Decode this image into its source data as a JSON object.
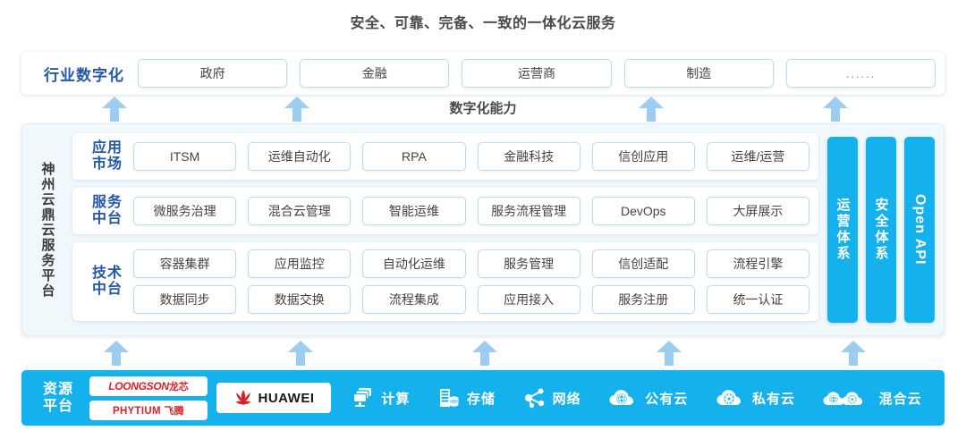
{
  "title": "安全、可靠、完备、一致的一体化云服务",
  "capability_label": "数字化能力",
  "industry": {
    "label": "行业数字化",
    "items": [
      "政府",
      "金融",
      "运营商",
      "制造",
      "......"
    ]
  },
  "platform": {
    "label": "神州云鼎云服务平台",
    "rows": [
      {
        "label_line1": "应用",
        "label_line2": "市场",
        "lines": [
          [
            "ITSM",
            "运维自动化",
            "RPA",
            "金融科技",
            "信创应用",
            "运维/运营"
          ]
        ]
      },
      {
        "label_line1": "服务",
        "label_line2": "中台",
        "lines": [
          [
            "微服务治理",
            "混合云管理",
            "智能运维",
            "服务流程管理",
            "DevOps",
            "大屏展示"
          ]
        ]
      },
      {
        "label_line1": "技术",
        "label_line2": "中台",
        "lines": [
          [
            "容器集群",
            "应用监控",
            "自动化运维",
            "服务管理",
            "信创适配",
            "流程引擎"
          ],
          [
            "数据同步",
            "数据交换",
            "流程集成",
            "应用接入",
            "服务注册",
            "统一认证"
          ]
        ]
      }
    ],
    "side_columns": [
      "运营体系",
      "安全体系",
      "Open API"
    ]
  },
  "resource": {
    "label_line1": "资源",
    "label_line2": "平台",
    "logos": [
      {
        "name": "loongson",
        "latin": "LOONGSON",
        "cn": "龙芯"
      },
      {
        "name": "phytium",
        "latin": "PHYTIUM",
        "cn": "飞腾"
      },
      {
        "name": "huawei",
        "latin": "HUAWEI",
        "cn": ""
      }
    ],
    "items": [
      {
        "icon": "compute-icon",
        "label": "计算"
      },
      {
        "icon": "storage-icon",
        "label": "存储"
      },
      {
        "icon": "network-icon",
        "label": "网络"
      },
      {
        "icon": "public-cloud-icon",
        "label": "公有云"
      },
      {
        "icon": "private-cloud-icon",
        "label": "私有云"
      },
      {
        "icon": "hybrid-cloud-icon",
        "label": "混合云"
      }
    ]
  },
  "colors": {
    "brand_blue": "#14b1ec",
    "arrow_blue": "#9ccdf0",
    "label_blue": "#2558a6",
    "panel_bg": "#f1f8fc",
    "cell_border": "#bcdcf3",
    "logo_red": "#d8232a"
  },
  "arrows": {
    "top_count": 4,
    "bottom_count": 5
  }
}
